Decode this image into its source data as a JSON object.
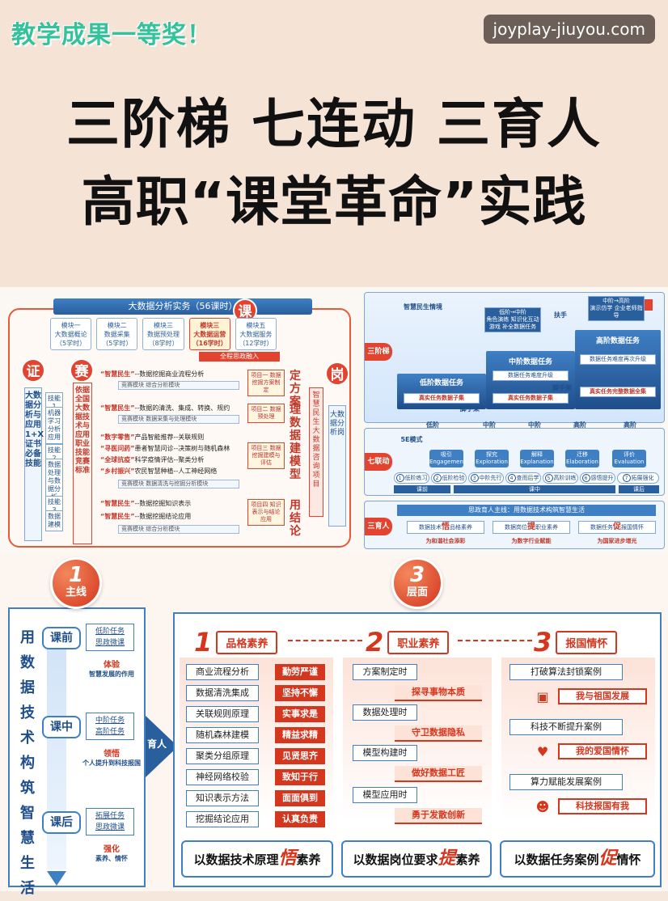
{
  "header": {
    "award": "教学成果一等奖！",
    "site": "joyplay-jiuyou.com",
    "title_line1": "三阶梯 七连动 三育人",
    "title_line2": "高职“课堂革命”实践"
  },
  "upper_left": {
    "course": "大数据分析实务（56课时）",
    "chars": {
      "ke": "课",
      "zheng": "证",
      "sai": "赛",
      "gang": "岗"
    },
    "modules": [
      {
        "tag": "模块一",
        "name": "大数据概论",
        "hours": "（5学时）"
      },
      {
        "tag": "模块二",
        "name": "数据采集",
        "hours": "（5学时）"
      },
      {
        "tag": "模块三",
        "name": "数据预处理",
        "hours": "（8学时）"
      },
      {
        "tag": "模块三",
        "name": "大数据运营",
        "hours": "（16学时）"
      },
      {
        "tag": "模块五",
        "name": "大数据服务",
        "hours": "（12学时）"
      }
    ],
    "ideology_bar": "全程思政融入",
    "zheng_column": "大数据分析与应用1+X证书必备技能",
    "stages": [
      "技能1",
      "机器学习分析应用",
      "技能2",
      "数据处理与数据分析",
      "技能3",
      "数据建模"
    ],
    "sai_column": "依据全国大数据技术与应用职业技能竞赛标准",
    "tasks": [
      {
        "q": "“智慧民生”",
        "t": "--数据挖掘商业流程分析",
        "sub": "竞赛模块  综合分析模块"
      },
      {
        "q": "“智慧民生”",
        "t": "--数据的清洗、集成、转换、规约",
        "sub": "竞赛模块  数据采集与处理模块"
      },
      {
        "q": "“数字零售”",
        "t": "产品智能推荐--关联规则",
        "sub": ""
      },
      {
        "q": "“寻医问药”",
        "t": "患者智慧问诊--决策树与随机森林",
        "sub": ""
      },
      {
        "q": "“全球抗疫”",
        "t": "科学疫情评估--聚类分析",
        "sub": ""
      },
      {
        "q": "“乡村振兴”",
        "t": "农民智慧种植--人工神经网络",
        "sub": "竞赛模块  数据清洗与挖掘分析模块"
      },
      {
        "q": "“智慧民生”",
        "t": "--数据挖掘知识表示",
        "sub": ""
      },
      {
        "q": "“智慧民生”",
        "t": "--数据挖掘结论应用",
        "sub": "竞赛模块  综合分析模块"
      }
    ],
    "projects": [
      {
        "name": "项目一 数据挖掘方案制定",
        "big": "定方案"
      },
      {
        "name": "项目二 数据预处理",
        "big": "理数据"
      },
      {
        "name": "项目三 数据挖掘建模与评估",
        "big": "建模型"
      },
      {
        "name": "项目四 知识表示与结论应用",
        "big": "用结论"
      }
    ],
    "right_column": "智慧民生大数据咨询项目",
    "gang_column": "大数据分析岗"
  },
  "upper_right": {
    "tags": [
      "三阶梯",
      "七联动",
      "三育人"
    ],
    "scenario": "智慧民生情境",
    "stairs": [
      {
        "label": "低阶数据任务",
        "sub": "真实任务数据子集"
      },
      {
        "label": "中阶数据任务",
        "sub": "数据任务难度升级",
        "sub2": "真实任务数据子集"
      },
      {
        "label": "高阶数据任务",
        "sub": "数据任务难度再次升级",
        "sub2": "真实任务完整数据全集"
      }
    ],
    "transitions": [
      {
        "head": "低阶→中阶",
        "body": "角色演练 知识化互动游戏 补全数据任务"
      },
      {
        "head": "中阶→高阶",
        "body": "演示仿学 企业老师指导"
      }
    ],
    "scaffold": [
      "脚手架",
      "脚手架",
      "扶手"
    ],
    "levels": [
      "低阶",
      "中阶",
      "中阶",
      "高阶",
      "高阶"
    ],
    "five_e": "5E模式",
    "steps": [
      {
        "cn": "吸引",
        "en": "Engagement"
      },
      {
        "cn": "探究",
        "en": "Exploration"
      },
      {
        "cn": "解释",
        "en": "Explanation"
      },
      {
        "cn": "迁移",
        "en": "Elaboration"
      },
      {
        "cn": "评价",
        "en": "Evaluation"
      }
    ],
    "links": [
      "低阶练习",
      "低阶检验",
      "中阶先行",
      "查而后学",
      "高阶训练",
      "感悟提升",
      "拓展强化"
    ],
    "phases": [
      "课前",
      "课中",
      "课后"
    ],
    "edu_main": "思政育人主线：用数据技术构筑智慧生活",
    "edu_items": [
      {
        "pre": "数据技术",
        "hz": "悟",
        "post": "品格素养",
        "goal": "为和谐社会添彩"
      },
      {
        "pre": "数据岗位",
        "hz": "提",
        "post": "职业素养",
        "goal": "为数字行业赋能"
      },
      {
        "pre": "数据任务",
        "hz": "促",
        "post": "报国情怀",
        "goal": "为国家进步增光"
      }
    ]
  },
  "lower": {
    "circle1": {
      "num": "1",
      "label": "主线"
    },
    "circle3": {
      "num": "3",
      "label": "层面"
    },
    "main_title": "用数据技术构筑智慧生活",
    "phases": [
      {
        "tag": "课前",
        "task1": "低阶任务",
        "task2": "思政微课",
        "key": "体验",
        "goal": "智慧发展的作用"
      },
      {
        "tag": "课中",
        "task1": "中阶任务",
        "task2": "高阶任务",
        "key": "领悟",
        "goal": "个人提升到科技报国"
      },
      {
        "tag": "课后",
        "task1": "拓展任务",
        "task2": "思政微课",
        "key": "强化",
        "goal": "素养、情怀"
      }
    ],
    "yu_ren": "育人",
    "columns": [
      {
        "num": "1",
        "title": "品格素养"
      },
      {
        "num": "2",
        "title": "职业素养"
      },
      {
        "num": "3",
        "title": "报国情怀"
      }
    ],
    "col1_left": [
      "商业流程分析",
      "数据清洗集成",
      "关联规则原理",
      "随机森林建模",
      "聚类分组原理",
      "神经网络校验",
      "知识表示方法",
      "挖掘结论应用"
    ],
    "col1_right": [
      "勤劳严谨",
      "坚持不懈",
      "实事求是",
      "精益求精",
      "见贤思齐",
      "致知于行",
      "面面俱到",
      "认真负责"
    ],
    "col2_left": [
      "方案制定时",
      "数据处理时",
      "模型构建时",
      "模型应用时"
    ],
    "col2_right": [
      "探寻事物本质",
      "守卫数据隐私",
      "做好数据工匠",
      "勇于发散创新"
    ],
    "col3_left": [
      "打破算法封锁案例",
      "科技不断提升案例",
      "算力赋能发展案例"
    ],
    "col3_right": [
      "我与祖国发展",
      "我的爱国情怀",
      "科技报国有我"
    ],
    "bottom": [
      {
        "pre": "以数据技术原理",
        "hz": "悟",
        "post": "素养"
      },
      {
        "pre": "以数据岗位要求",
        "hz": "提",
        "post": "素养"
      },
      {
        "pre": "以数据任务案例",
        "hz": "促",
        "post": "情怀"
      }
    ]
  }
}
